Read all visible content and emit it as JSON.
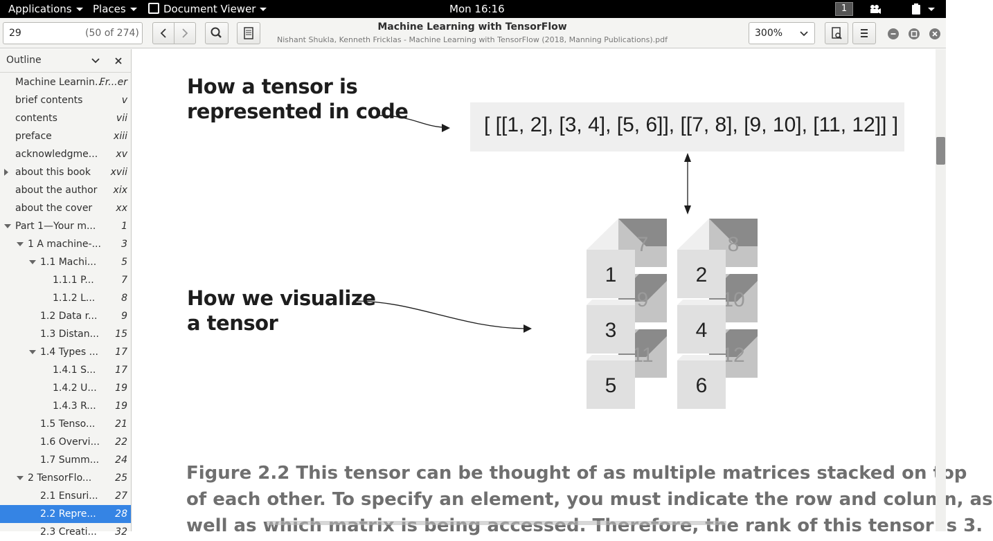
{
  "topbar": {
    "applications": "Applications",
    "places": "Places",
    "app_name": "Document Viewer",
    "clock": "Mon 16:16",
    "workspace": "1"
  },
  "header": {
    "page_entry": "29",
    "page_count": "(50 of 274)",
    "title": "Machine Learning with TensorFlow",
    "subtitle": "Nishant Shukla, Kenneth Fricklas - Machine Learning with TensorFlow (2018, Manning Publications).pdf",
    "zoom": "300%"
  },
  "sidebar": {
    "title": "Outline",
    "items": [
      {
        "label": "Machine Learnin...",
        "page": "Fr...er"
      },
      {
        "label": "brief contents",
        "page": "v"
      },
      {
        "label": "contents",
        "page": "vii"
      },
      {
        "label": "preface",
        "page": "xiii"
      },
      {
        "label": "acknowledgme...",
        "page": "xv"
      },
      {
        "label": "about this book",
        "page": "xvii"
      },
      {
        "label": "about the author",
        "page": "xix"
      },
      {
        "label": "about the cover",
        "page": "xx"
      },
      {
        "label": "Part 1—Your m...",
        "page": "1"
      },
      {
        "label": "1 A machine-...",
        "page": "3"
      },
      {
        "label": "1.1 Machi...",
        "page": "5"
      },
      {
        "label": "1.1.1 P...",
        "page": "7"
      },
      {
        "label": "1.1.2 L...",
        "page": "8"
      },
      {
        "label": "1.2 Data r...",
        "page": "9"
      },
      {
        "label": "1.3 Distan...",
        "page": "15"
      },
      {
        "label": "1.4 Types ...",
        "page": "17"
      },
      {
        "label": "1.4.1 S...",
        "page": "17"
      },
      {
        "label": "1.4.2 U...",
        "page": "19"
      },
      {
        "label": "1.4.3 R...",
        "page": "19"
      },
      {
        "label": "1.5 Tenso...",
        "page": "21"
      },
      {
        "label": "1.6 Overvi...",
        "page": "22"
      },
      {
        "label": "1.7 Summ...",
        "page": "24"
      },
      {
        "label": "2 TensorFlo...",
        "page": "25"
      },
      {
        "label": "2.1 Ensuri...",
        "page": "27"
      },
      {
        "label": "2.2 Repre...",
        "page": "28"
      },
      {
        "label": "2.3 Creati...",
        "page": "32"
      }
    ]
  },
  "document": {
    "callout_code_1": "How a tensor is",
    "callout_code_2": "represented in code",
    "code": "[ [[1, 2], [3, 4], [5, 6]], [[7, 8], [9, 10], [11, 12]] ]",
    "callout_vis_1": "How we visualize",
    "callout_vis_2": "a tensor",
    "front_cells": [
      "1",
      "2",
      "3",
      "4",
      "5",
      "6"
    ],
    "back_cells": [
      "7",
      "8",
      "9",
      "10",
      "11",
      "12"
    ],
    "caption_1": "Figure 2.2    This tensor can be thought of as multiple matrices stacked on top",
    "caption_2": "of each other. To specify an element, you must indicate the row and column, as",
    "caption_3": "well as which matrix is being accessed. Therefore, the rank of this tensor is 3."
  }
}
